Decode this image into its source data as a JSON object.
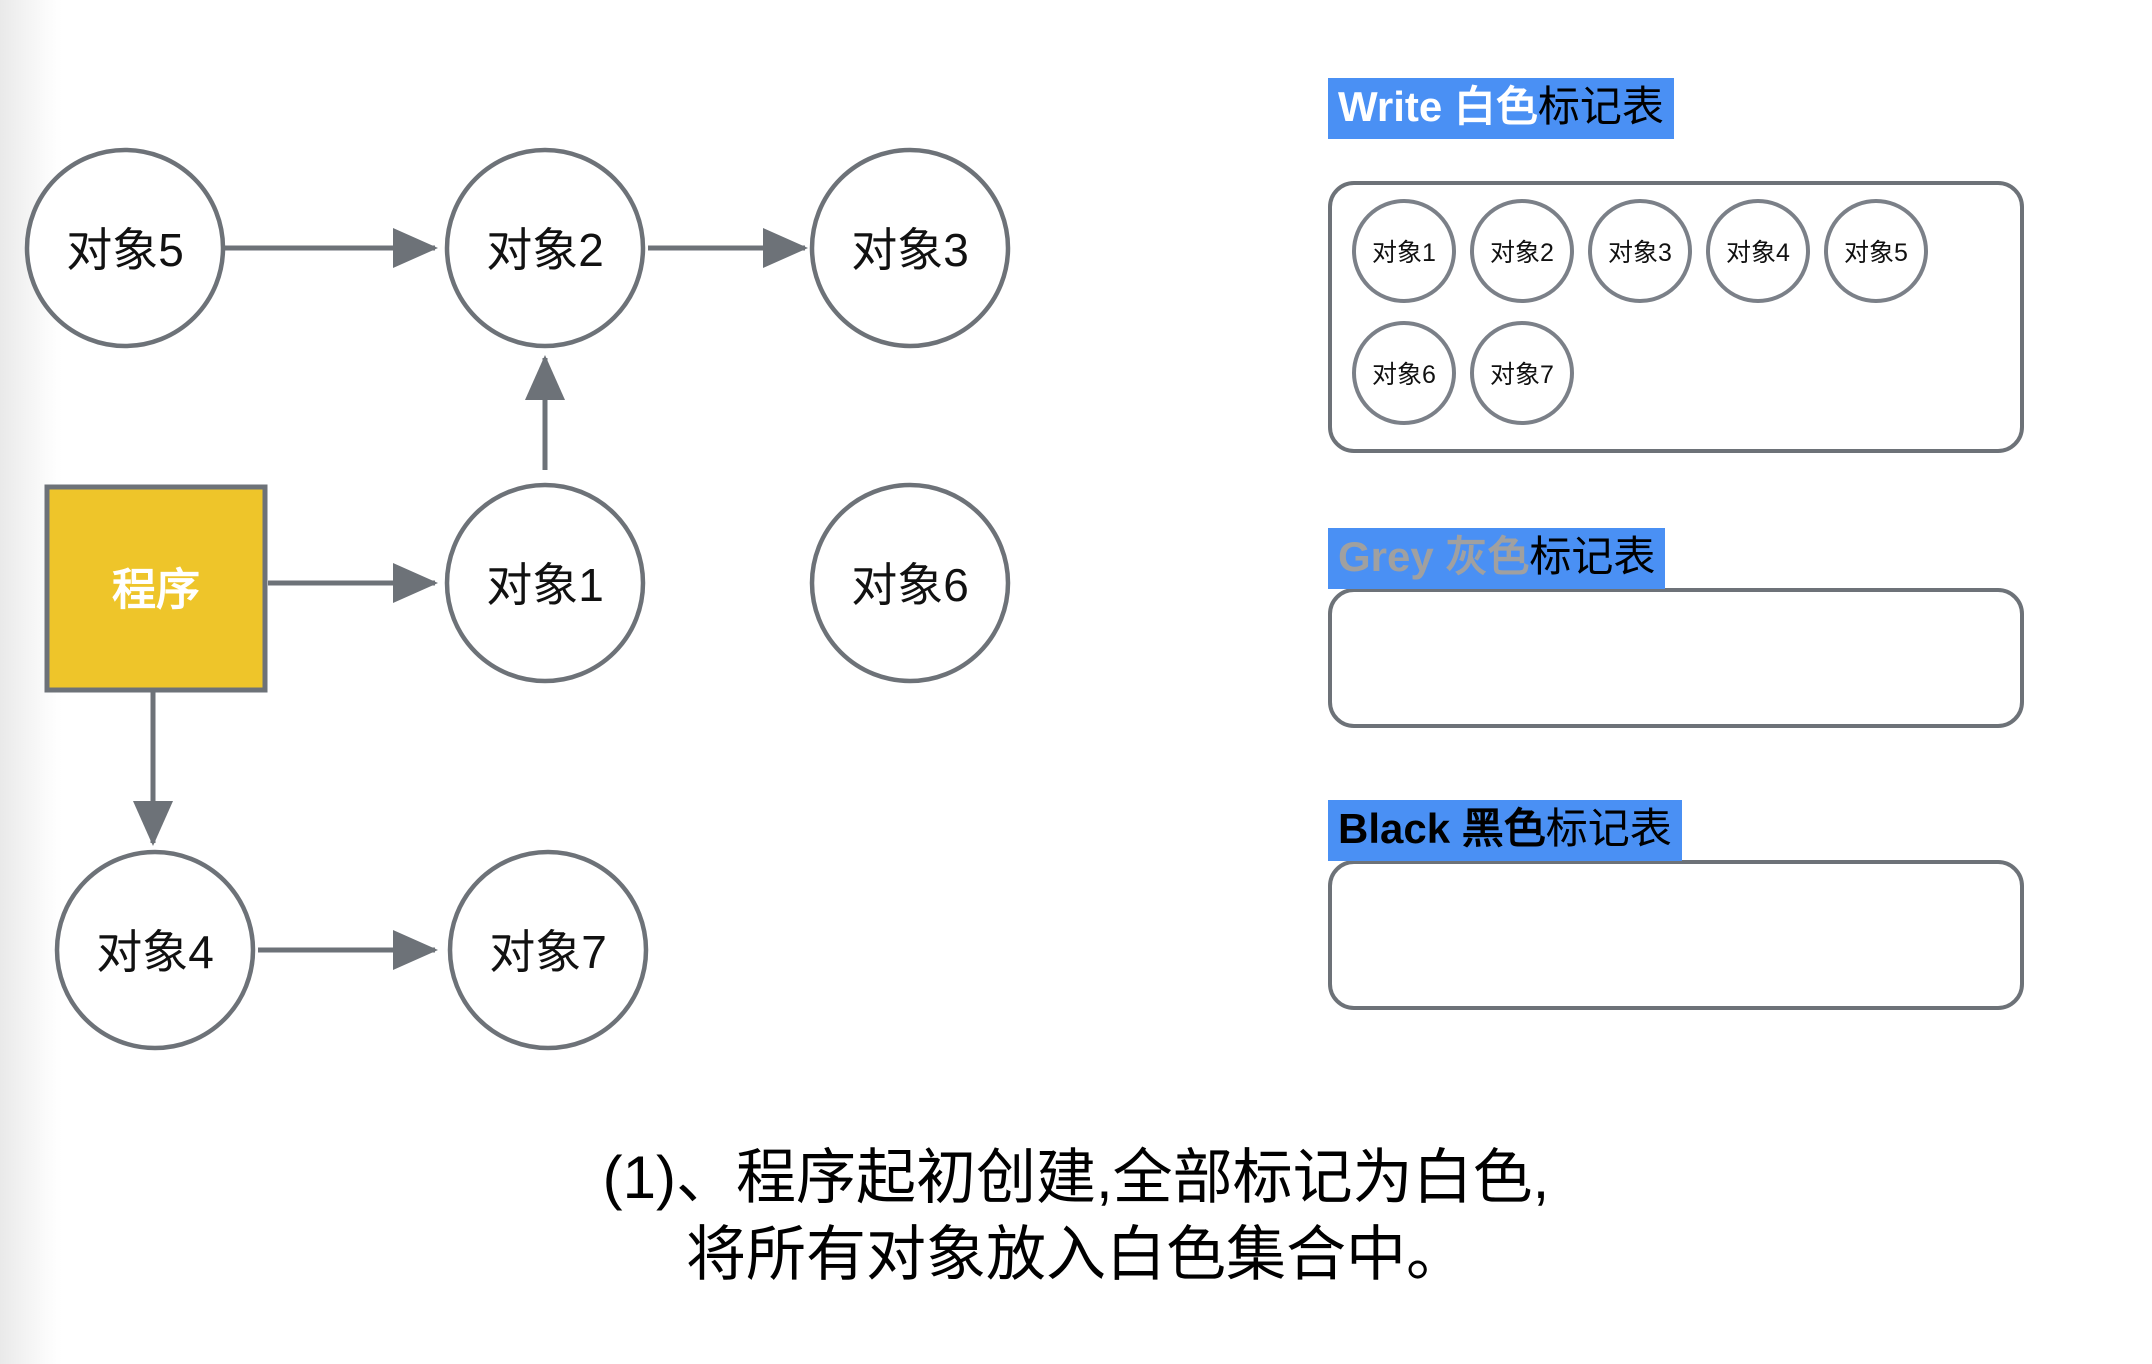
{
  "graph": {
    "program_node": {
      "label": "程序",
      "fill": "#eec52a"
    },
    "nodes": [
      {
        "id": "obj5",
        "label": "对象5"
      },
      {
        "id": "obj2",
        "label": "对象2"
      },
      {
        "id": "obj3",
        "label": "对象3"
      },
      {
        "id": "obj1",
        "label": "对象1"
      },
      {
        "id": "obj6",
        "label": "对象6"
      },
      {
        "id": "obj4",
        "label": "对象4"
      },
      {
        "id": "obj7",
        "label": "对象7"
      }
    ],
    "edges": [
      {
        "from": "obj5",
        "to": "obj2"
      },
      {
        "from": "obj2",
        "to": "obj3"
      },
      {
        "from": "obj1",
        "to": "obj2"
      },
      {
        "from": "程序",
        "to": "obj1"
      },
      {
        "from": "程序",
        "to": "obj4"
      },
      {
        "from": "obj4",
        "to": "obj7"
      }
    ],
    "node_stroke": "#6d7278",
    "edge_stroke": "#6d7278"
  },
  "tables": {
    "tag_background": "#4a90f4",
    "white": {
      "tag_en": "Write",
      "tag_color_cn": " 白色",
      "tag_rest_cn": "标记表",
      "tag_text_color": "#ffffff",
      "items": [
        "对象1",
        "对象2",
        "对象3",
        "对象4",
        "对象5",
        "对象6",
        "对象7"
      ]
    },
    "grey": {
      "tag_en": "Grey",
      "tag_color_cn": " 灰色",
      "tag_rest_cn": "标记表",
      "tag_text_color": "#a0a0a0",
      "items": []
    },
    "black": {
      "tag_en": "Black",
      "tag_color_cn": " 黑色",
      "tag_rest_cn": "标记表",
      "tag_text_color": "#000000",
      "items": []
    }
  },
  "caption": {
    "line1": "(1)、程序起初创建,全部标记为白色,",
    "line2": "将所有对象放入白色集合中。"
  }
}
